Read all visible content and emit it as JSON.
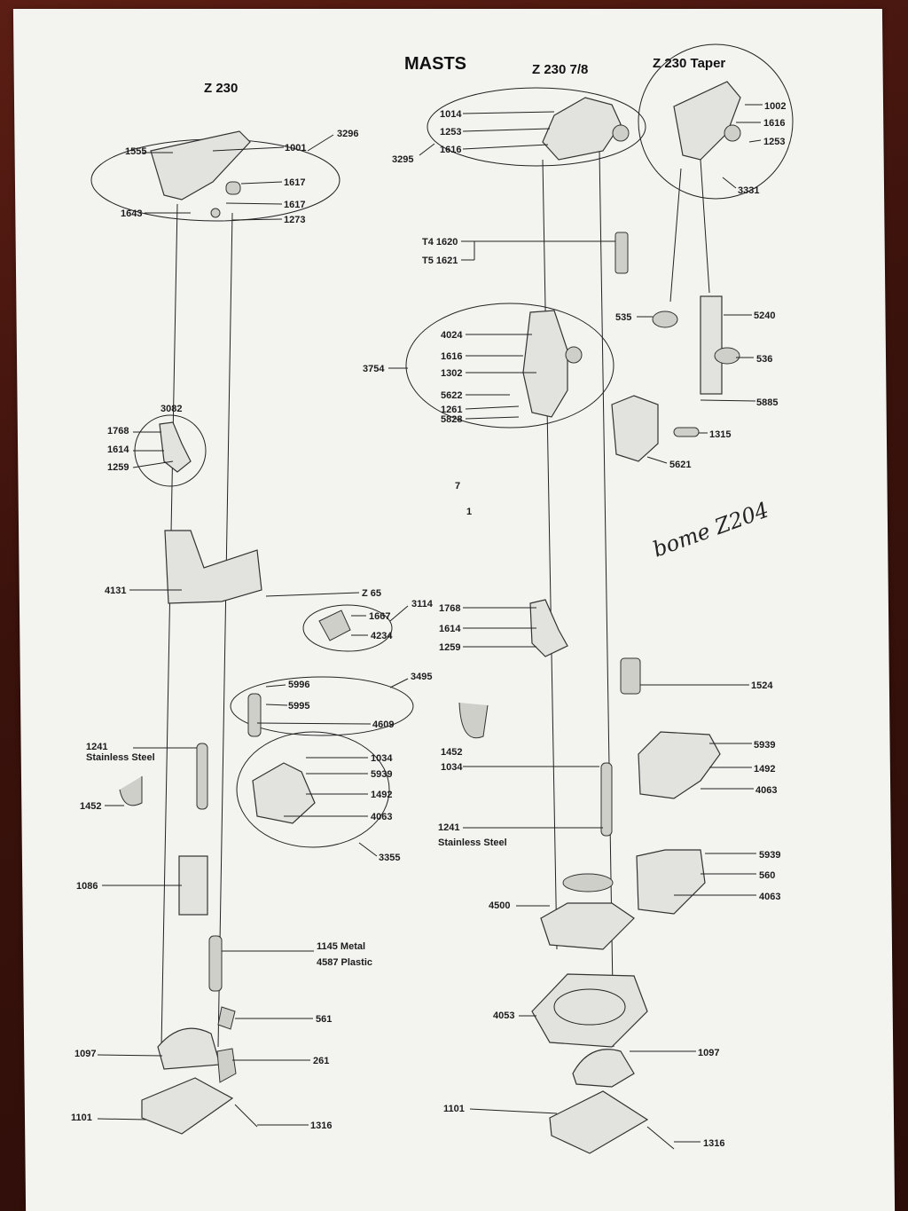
{
  "titles": {
    "main": "MASTS",
    "left": "Z 230",
    "mid": "Z 230 7/8",
    "right": "Z 230 Taper"
  },
  "handwriting": "bome Z204",
  "labels": {
    "l1555": "1555",
    "l1001": "1001",
    "l3296": "3296",
    "l1617a": "1617",
    "l1617b": "1617",
    "l1643": "1643",
    "l1273": "1273",
    "l3082": "3082",
    "l1768a": "1768",
    "l1614a": "1614",
    "l1259a": "1259",
    "l4131": "4131",
    "lZ65": "Z 65",
    "l1667": "1667",
    "l4234": "4234",
    "l3114": "3114",
    "l5996": "5996",
    "l5995": "5995",
    "l4609": "4609",
    "l3495": "3495",
    "l1241a": "1241",
    "l1241a_sub": "Stainless Steel",
    "l1034a": "1034",
    "l5939a": "5939",
    "l1492a": "1492",
    "l4063a": "4063",
    "l1452a": "1452",
    "l3355": "3355",
    "l1086": "1086",
    "l1145": "1145 Metal",
    "l4587": "4587 Plastic",
    "l561": "561",
    "l1097a": "1097",
    "l261": "261",
    "l1101a": "1101",
    "l1316a": "1316",
    "l1014": "1014",
    "l1253a": "1253",
    "l1616a": "1616",
    "l3295": "3295",
    "lT4": "T4 1620",
    "lT5": "T5 1621",
    "l4024": "4024",
    "l1616b": "1616",
    "l1302": "1302",
    "l3754": "3754",
    "l5622": "5622",
    "l1261": "1261",
    "l5828": "5828",
    "l7": "7",
    "l1": "1",
    "l1768b": "1768",
    "l1614b": "1614",
    "l1259b": "1259",
    "l1452b": "1452",
    "l1034b": "1034",
    "l1241b": "1241",
    "l1241b_sub": "Stainless Steel",
    "l4500": "4500",
    "l4053": "4053",
    "l1101b": "1101",
    "l1002": "1002",
    "l1616c": "1616",
    "l1253b": "1253",
    "l3331": "3331",
    "l535": "535",
    "l5240": "5240",
    "l536": "536",
    "l5885": "5885",
    "l1315": "1315",
    "l5621": "5621",
    "l1524": "1524",
    "l5939b": "5939",
    "l1492b": "1492",
    "l4063b": "4063",
    "l5939c": "5939",
    "l560": "560",
    "l4063c": "4063",
    "l1097b": "1097",
    "l1316b": "1316"
  }
}
